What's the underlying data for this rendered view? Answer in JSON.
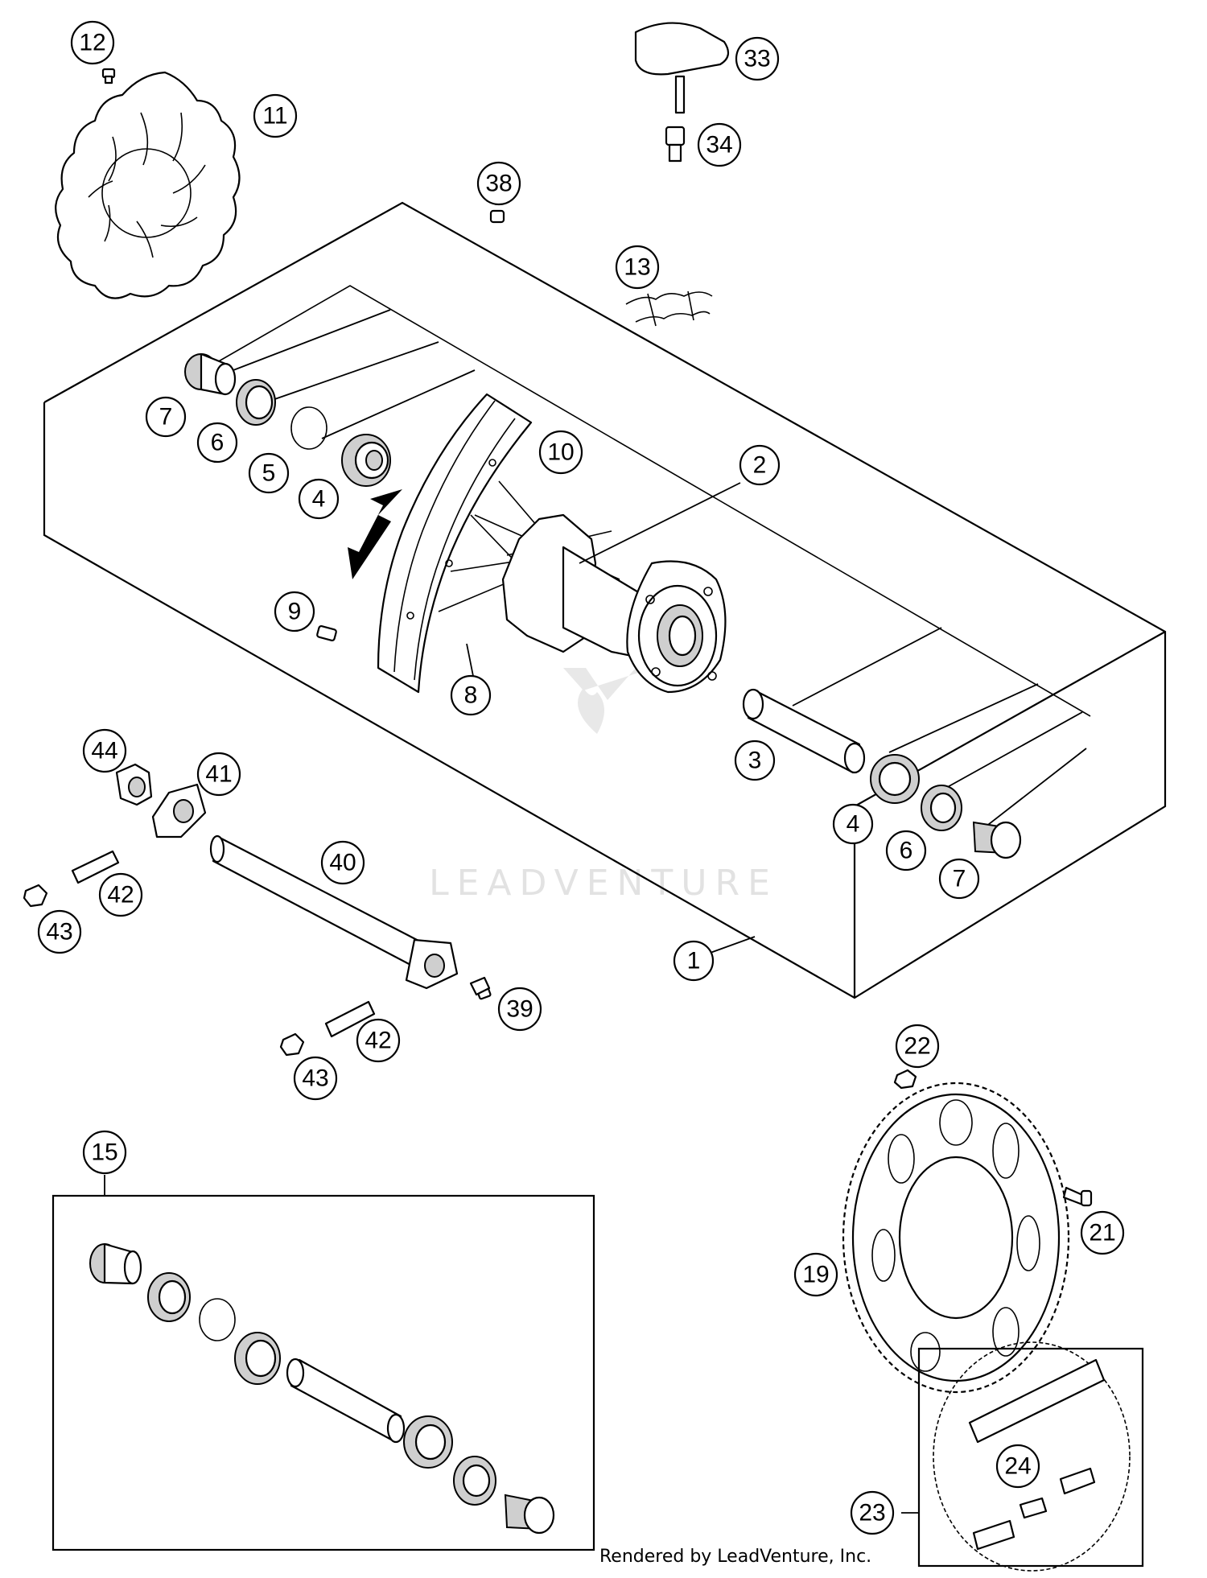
{
  "watermark": {
    "brand": "LEADVENTURE"
  },
  "credit": "Rendered by LeadVenture, Inc.",
  "callouts": {
    "c1": "1",
    "c2": "2",
    "c3": "3",
    "c4a": "4",
    "c4b": "4",
    "c5": "5",
    "c6a": "6",
    "c6b": "6",
    "c7a": "7",
    "c7b": "7",
    "c8": "8",
    "c9": "9",
    "c10": "10",
    "c11": "11",
    "c12": "12",
    "c13": "13",
    "c15": "15",
    "c19": "19",
    "c21": "21",
    "c22": "22",
    "c23": "23",
    "c24": "24",
    "c33": "33",
    "c34": "34",
    "c38": "38",
    "c39": "39",
    "c40": "40",
    "c41": "41",
    "c42a": "42",
    "c42b": "42",
    "c43a": "43",
    "c43b": "43",
    "c44": "44"
  }
}
